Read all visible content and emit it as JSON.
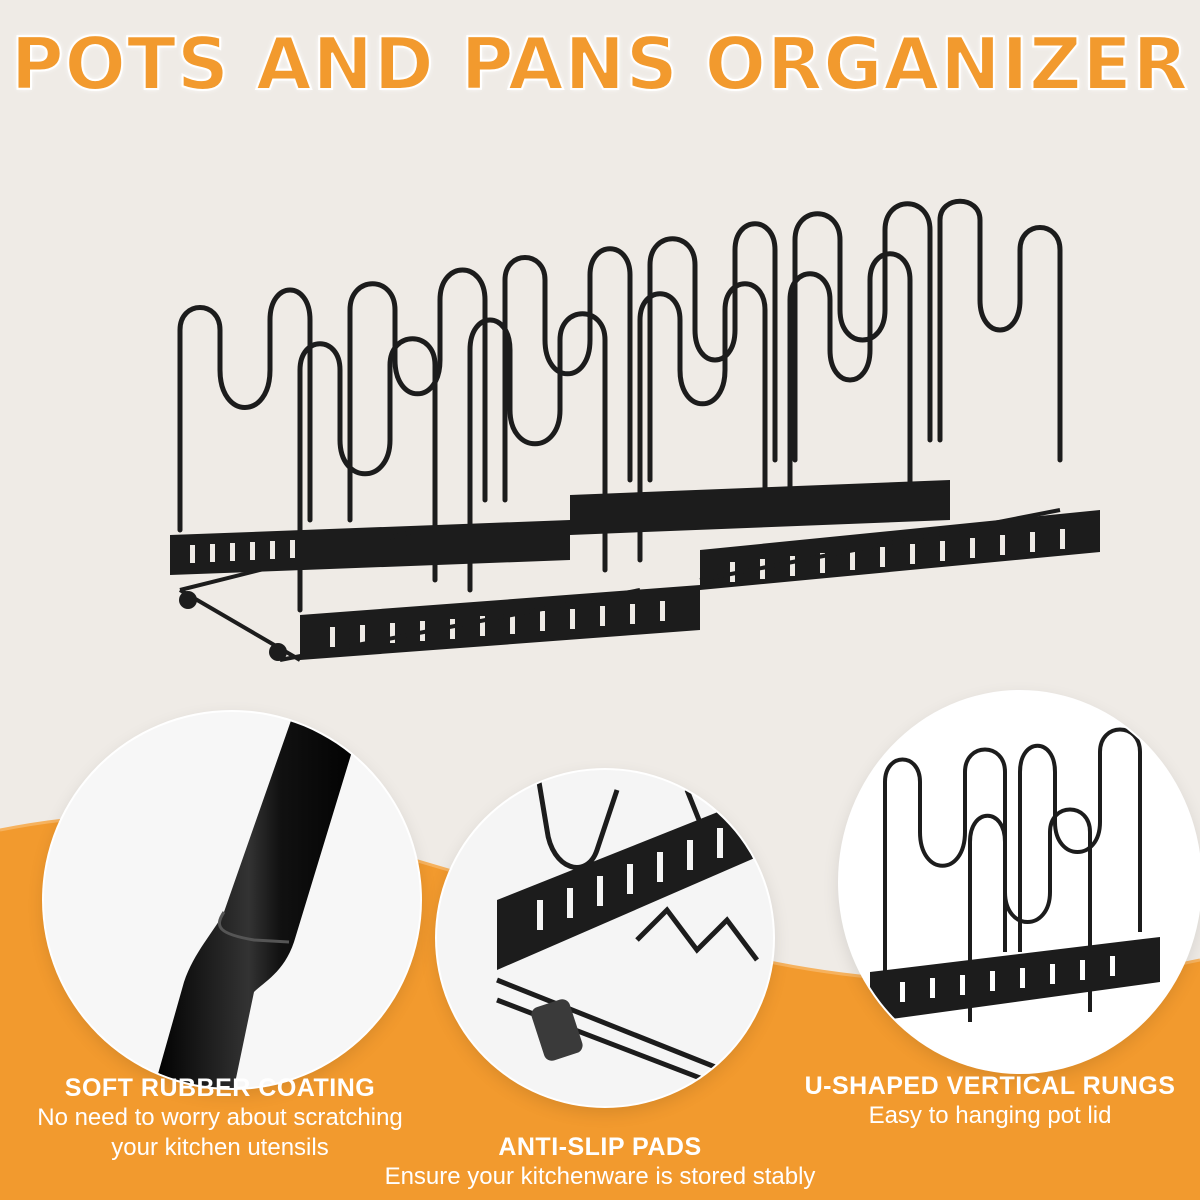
{
  "title": "POTS AND PANS ORGANIZER",
  "colors": {
    "accent": "#f29a2e",
    "background": "#efebe6",
    "rack": "#1c1c1c",
    "caption": "#ffffff"
  },
  "features": [
    {
      "heading": "SOFT RUBBER COATING",
      "desc": [
        "No need to worry about scratching",
        "your kitchen utensils"
      ]
    },
    {
      "heading": "ANTI-SLIP PADS",
      "desc": [
        "Ensure your kitchenware is stored stably"
      ]
    },
    {
      "heading": "U-SHAPED VERTICAL RUNGS",
      "desc": [
        "Easy to hanging pot lid"
      ]
    }
  ]
}
